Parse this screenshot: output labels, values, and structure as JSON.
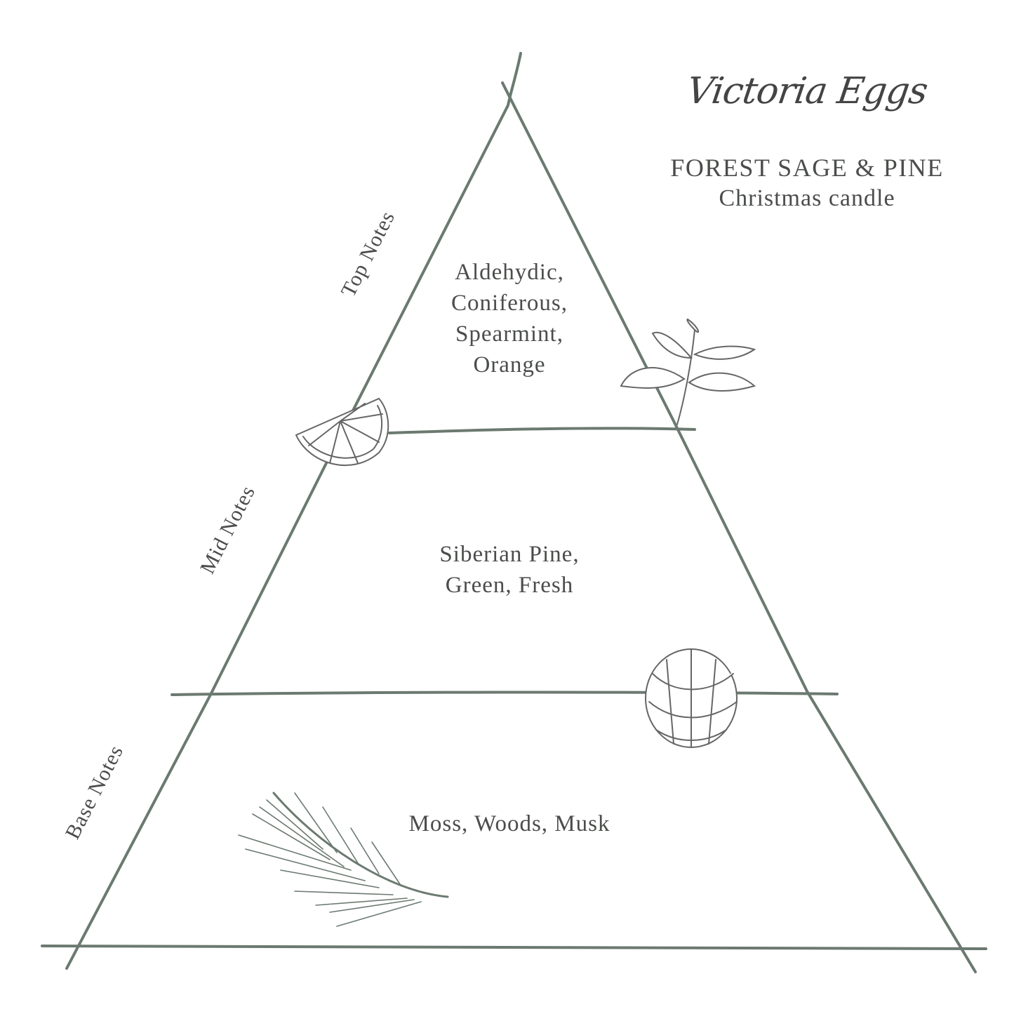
{
  "brand": "Victoria Eggs",
  "product_title": "FOREST SAGE & PINE",
  "product_subtitle": "Christmas candle",
  "tiers": [
    {
      "label": "Top Notes",
      "notes": "Aldehydic,\nConiferous,\nSpearmint,\nOrange"
    },
    {
      "label": "Mid Notes",
      "notes": "Siberian Pine,\nGreen, Fresh"
    },
    {
      "label": "Base Notes",
      "notes": "Moss, Woods, Musk"
    }
  ],
  "colors": {
    "line": "#6b7a70",
    "text": "#4a4d4a"
  }
}
